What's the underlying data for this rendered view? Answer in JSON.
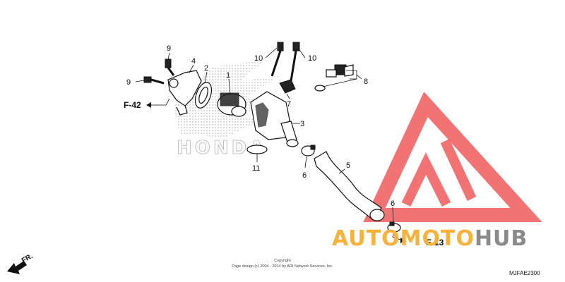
{
  "callouts": {
    "c1": "1",
    "c2": "2",
    "c3": "3",
    "c4": "4",
    "c5": "5",
    "c6a": "6",
    "c6b": "6",
    "c7": "7",
    "c8": "8",
    "c9a": "9",
    "c9b": "9",
    "c10a": "10",
    "c10b": "10",
    "c11": "11"
  },
  "refs": {
    "f42": "F-42",
    "e13": "E-13"
  },
  "front_label": "FR.",
  "copyright": {
    "line1": "Copyright",
    "line2": "Page design (c) 2004 - 2014 by ARI Network Services, Inc."
  },
  "diagram_code": "MJFAE2300",
  "watermark": {
    "word1": "AUTO",
    "word2": "MOTO",
    "word3": "HUB",
    "color_orange": "#f7b23b",
    "color_gray": "#8a8a8a",
    "color_red": "#ee5a5a"
  },
  "background_logo": "HONDA"
}
